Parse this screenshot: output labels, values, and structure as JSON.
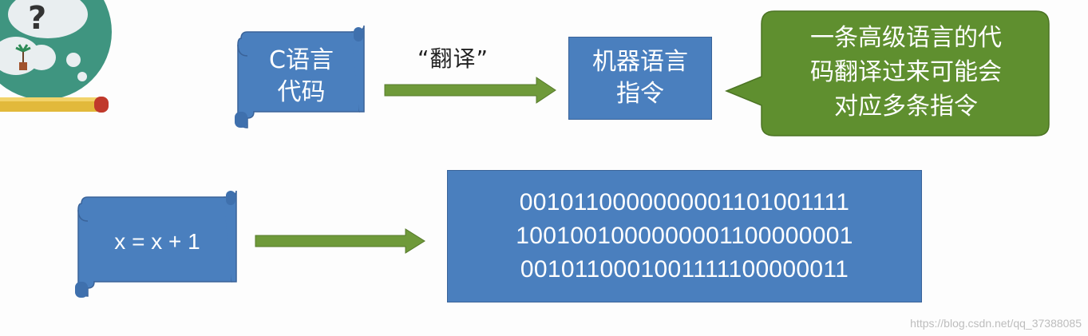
{
  "colors": {
    "scroll_blue": "#4a7fbe",
    "arrow_green": "#6f9a3a",
    "bubble_green": "#5f8f2f",
    "illustration_teal": "#3f9580"
  },
  "top_flow": {
    "source_label_line1": "C语言",
    "source_label_line2": "代码",
    "arrow_label": "“翻译”",
    "target_label_line1": "机器语言",
    "target_label_line2": "指令"
  },
  "bubble": {
    "lines": [
      "一条高级语言的代",
      "码翻译过来可能会",
      "对应多条指令"
    ]
  },
  "bottom_flow": {
    "expression": "x = x + 1",
    "machine_code": [
      "0010110000000001101001111",
      "1001001000000001100000001",
      "0010110001001111100000011"
    ]
  },
  "illustration": {
    "icon": "thinking-character-icon"
  },
  "watermark": "https://blog.csdn.net/qq_37388085"
}
